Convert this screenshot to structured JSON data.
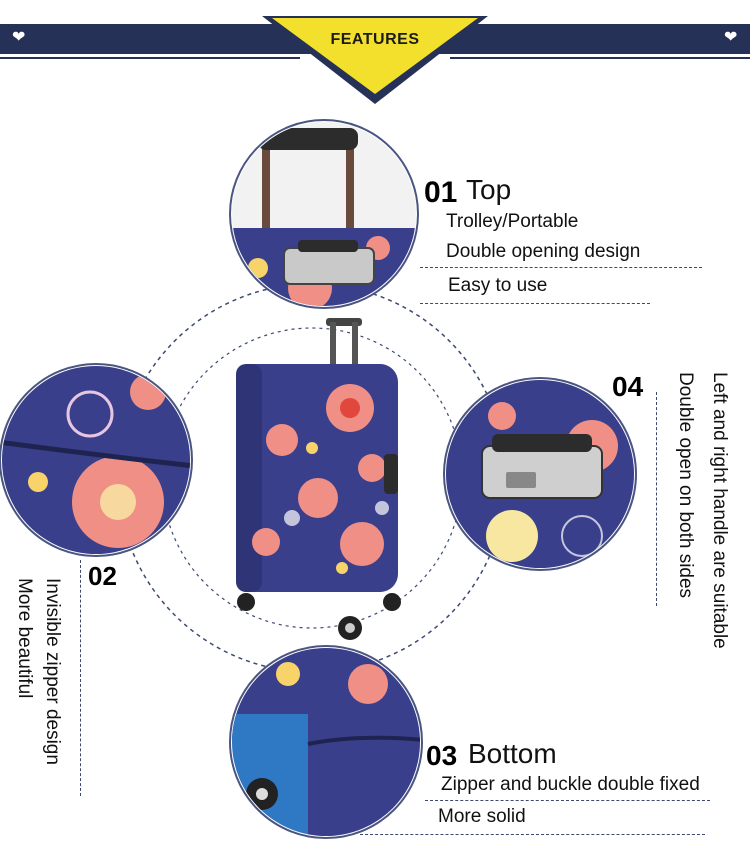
{
  "header": {
    "title": "FEATURES"
  },
  "colors": {
    "navy": "#253157",
    "banner_yellow": "#f3e02c",
    "pattern_blue": "#3a3f8c",
    "accent_pink": "#f08f86"
  },
  "features": {
    "top": {
      "number": "01",
      "title": "Top",
      "lines": [
        "Trolley/Portable",
        "Double opening design",
        "Easy to use"
      ]
    },
    "side_zipper": {
      "number": "02",
      "lines": [
        "Invisible zipper design",
        "More beautiful"
      ]
    },
    "bottom": {
      "number": "03",
      "title": "Bottom",
      "lines": [
        "Zipper and buckle double fixed",
        "More solid"
      ]
    },
    "side_handle": {
      "number": "04",
      "lines": [
        "Left and right handle are suitable",
        "Double open on both sides"
      ]
    }
  }
}
